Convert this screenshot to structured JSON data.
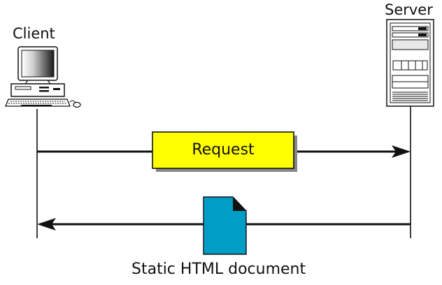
{
  "client": {
    "label": "Client",
    "icon": "desktop-computer-icon"
  },
  "server": {
    "label": "Server",
    "icon": "server-tower-icon"
  },
  "request": {
    "label": "Request",
    "fill_color": "#ffff00",
    "shadow_color": "#888888"
  },
  "response": {
    "label": "Static HTML document",
    "icon": "document-icon",
    "document_color": "#009ec6"
  }
}
